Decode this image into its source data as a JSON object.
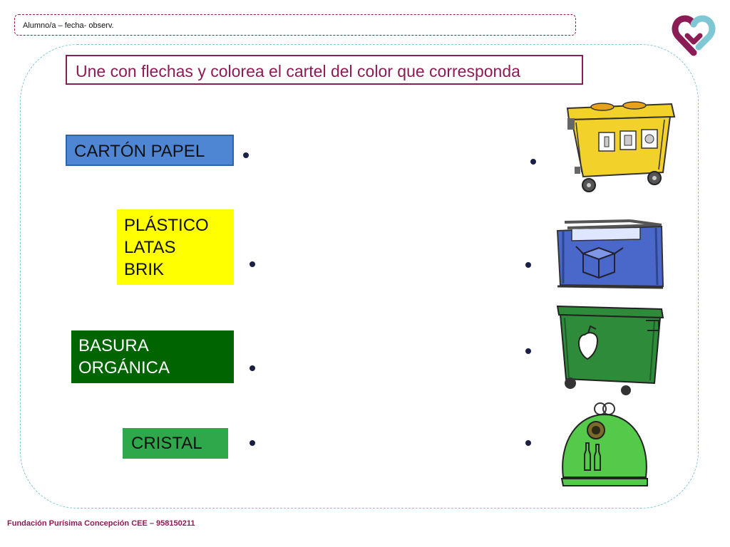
{
  "header": {
    "text": "Alumno/a – fecha-  observ."
  },
  "title": "Une con flechas y colorea el cartel del color que corresponda",
  "labels": {
    "carton": "CARTÓN  PAPEL",
    "plastico": "PLÁSTICO\nLATAS\nBRIK",
    "organica": "BASURA\nORGÁNICA",
    "cristal": "CRISTAL"
  },
  "footer": "Fundación Purísima Concepción CEE –  958150211",
  "icons": {
    "logo": "heart-logo-icon",
    "containers": [
      "yellow-container-icon",
      "blue-container-icon",
      "green-container-icon",
      "glass-igloo-icon"
    ]
  },
  "colors": {
    "brand": "#8b1c55",
    "frame": "#7fc7d4",
    "carton": "#4f86d4",
    "plastico": "#ffff00",
    "organica": "#006400",
    "cristal": "#2ea84a"
  }
}
